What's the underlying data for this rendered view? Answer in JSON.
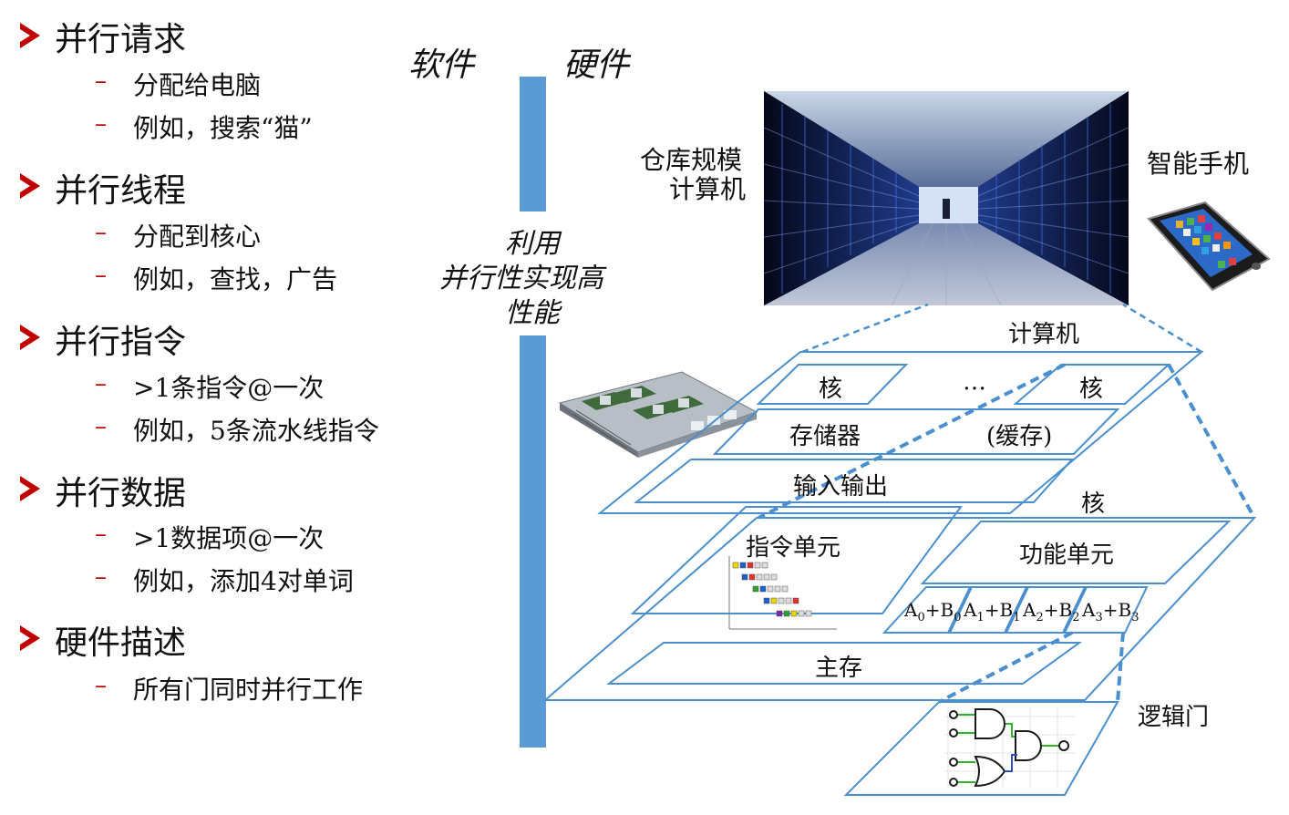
{
  "bullets": [
    {
      "title": "并行请求",
      "subs": [
        "分配给电脑",
        "例如，搜索“猫”"
      ]
    },
    {
      "title": "并行线程",
      "subs": [
        "分配到核心",
        "例如，查找，广告"
      ]
    },
    {
      "title": "并行指令",
      "subs": [
        ">1条指令@一次",
        "例如，5条流水线指令"
      ]
    },
    {
      "title": "并行数据",
      "subs": [
        ">1数据项@一次",
        "例如，添加4对单词"
      ]
    },
    {
      "title": "硬件描述",
      "subs": [
        "所有门同时并行工作"
      ]
    }
  ],
  "dash_glyph": "–",
  "header": {
    "software": "软件",
    "hardware": "硬件"
  },
  "center_caption": [
    "利用",
    "并行性实现高",
    "性能"
  ],
  "labels": {
    "warehouse_line1": "仓库规模",
    "warehouse_line2": "计算机",
    "smartphone": "智能手机",
    "computer": "计算机",
    "core_left": "核",
    "ellipsis": "…",
    "core_right": "核",
    "memory": "存储器",
    "cache": "(缓存)",
    "io": "输入输出",
    "core": "核",
    "instruction_unit": "指令单元",
    "functional_unit": "功能单元",
    "main_memory": "主存",
    "logic_gates": "逻辑门"
  },
  "adders": [
    {
      "a": "A",
      "ai": "0",
      "b": "B",
      "bi": "0"
    },
    {
      "a": "A",
      "ai": "1",
      "b": "B",
      "bi": "1"
    },
    {
      "a": "A",
      "ai": "2",
      "b": "B",
      "bi": "2"
    },
    {
      "a": "A",
      "ai": "3",
      "b": "B",
      "bi": "3"
    }
  ],
  "colors": {
    "accent": "#c00000",
    "bar": "#5b9bd5",
    "lines": "#4a8fcf"
  }
}
